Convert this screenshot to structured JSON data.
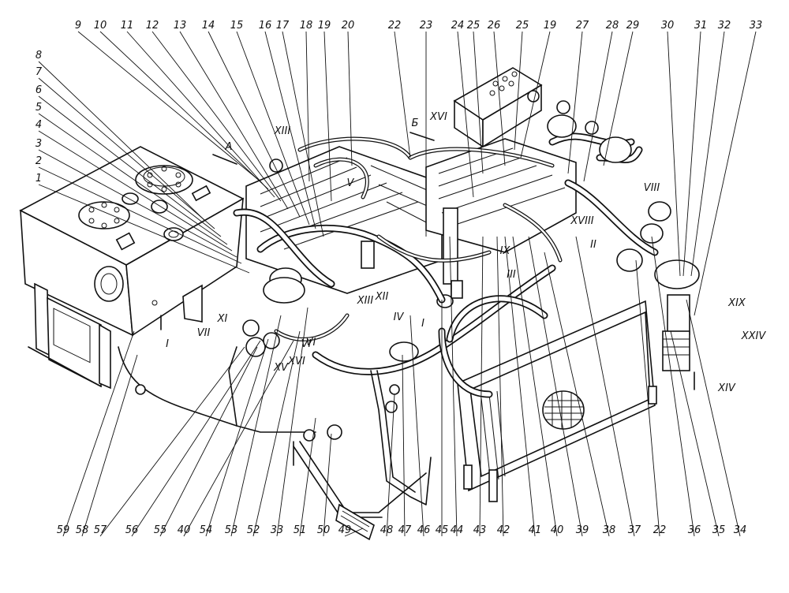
{
  "diagram": {
    "callouts_top": [
      "9",
      "10",
      "11",
      "12",
      "13",
      "14",
      "15",
      "16",
      "17",
      "18",
      "19",
      "20",
      "22",
      "23",
      "24",
      "25",
      "26",
      "25",
      "19",
      "27",
      "28",
      "29",
      "30",
      "31",
      "32",
      "33"
    ],
    "callouts_left": [
      "8",
      "7",
      "6",
      "5",
      "4",
      "3",
      "2",
      "1"
    ],
    "callouts_bottom": [
      "59",
      "58",
      "57",
      "56",
      "55",
      "40",
      "54",
      "53",
      "52",
      "33",
      "51",
      "50",
      "49",
      "48",
      "47",
      "46",
      "45",
      "44",
      "43",
      "42",
      "41",
      "40",
      "39",
      "38",
      "37",
      "22",
      "36",
      "35",
      "34"
    ],
    "section_marks": [
      "XIII",
      "XVI",
      "V",
      "VIII",
      "XVIII",
      "II",
      "III",
      "VI",
      "IX",
      "XII",
      "XIII",
      "IV",
      "I",
      "XI",
      "VII",
      "XV",
      "XVI",
      "VI",
      "XIX",
      "XXIV",
      "XIV",
      "I"
    ],
    "view_marks": [
      "A",
      "Б"
    ]
  }
}
